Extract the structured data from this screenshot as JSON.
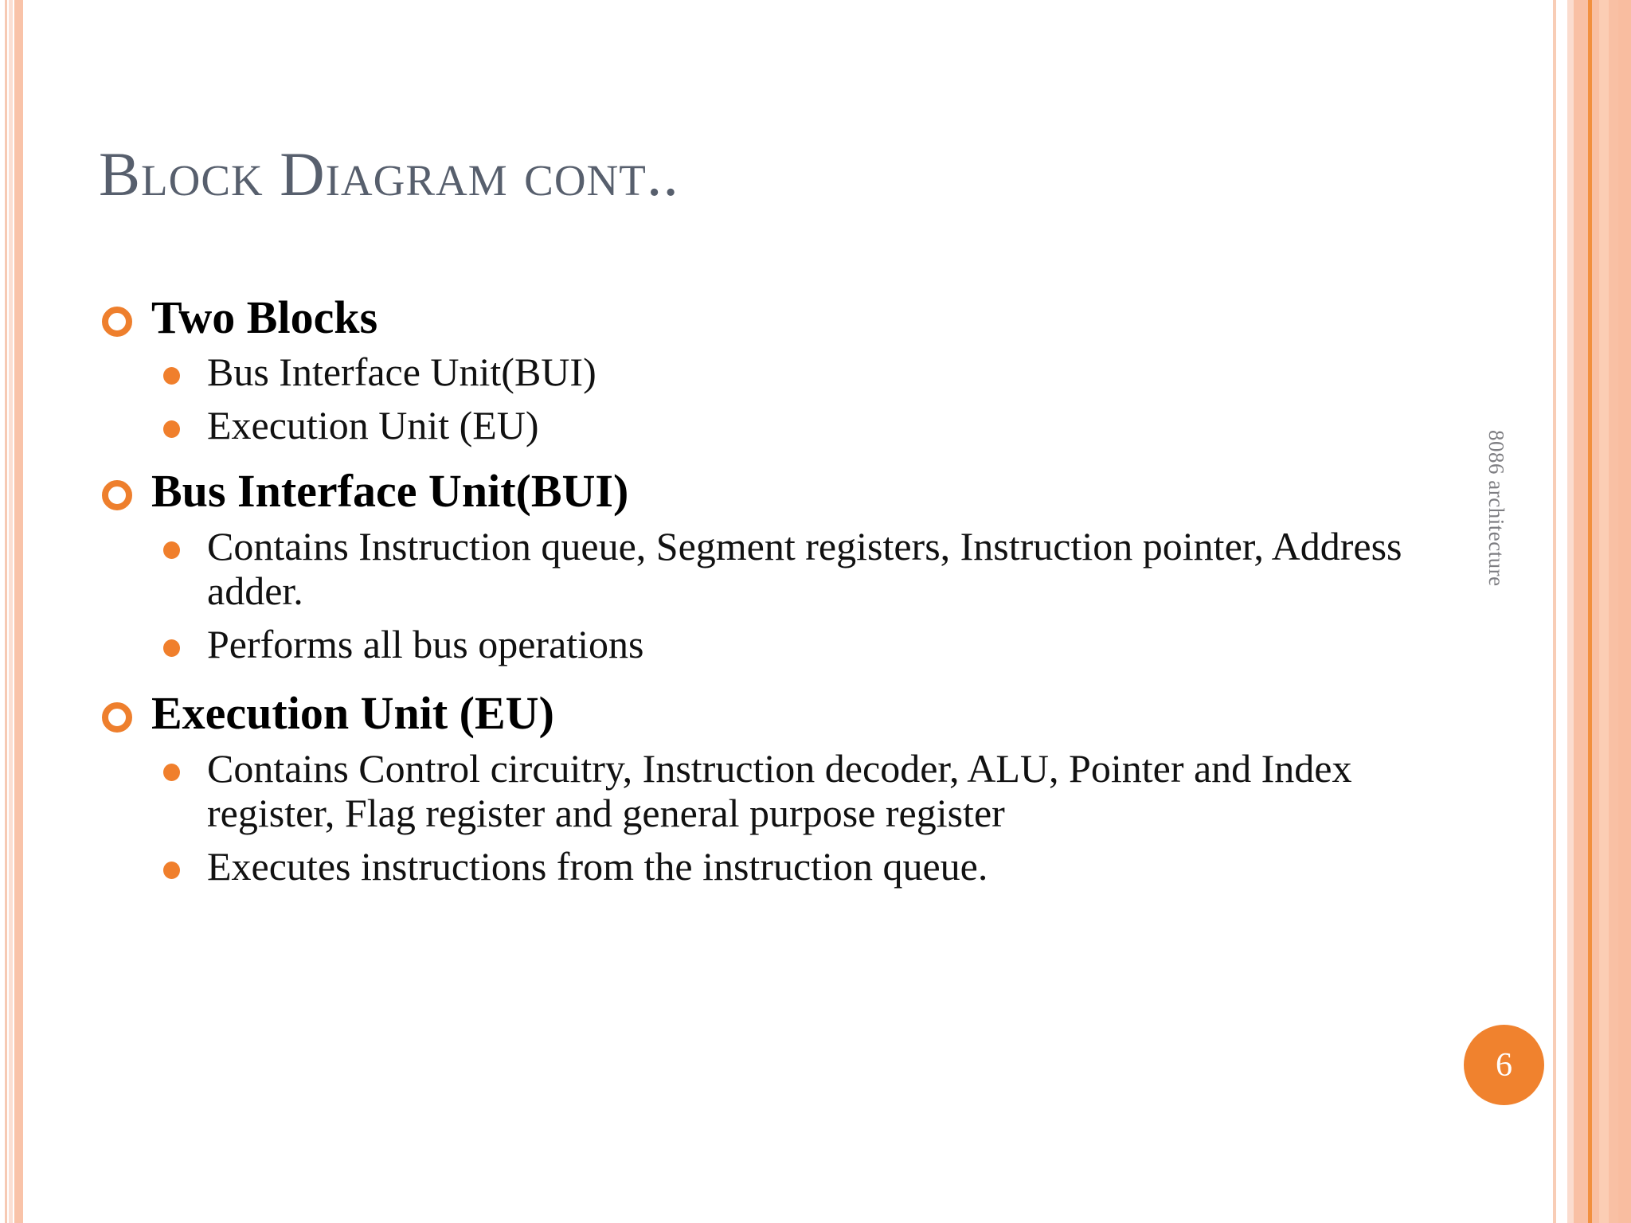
{
  "slide": {
    "title": "Block Diagram cont..",
    "page_number": "6",
    "side_caption": "8086 architecture",
    "colors": {
      "accent_orange": "#f0822e",
      "title_gray": "#575f6d",
      "stripe_peach": "#f9c0a4",
      "stripe_light_peach": "#fbdcce",
      "body_text": "#111111"
    }
  },
  "content": {
    "items": [
      {
        "level": 1,
        "text": "Two Blocks"
      },
      {
        "level": 2,
        "text": "Bus Interface Unit(BUI)"
      },
      {
        "level": 2,
        "text": "Execution Unit (EU)"
      },
      {
        "level": 1,
        "text": "Bus Interface Unit(BUI)"
      },
      {
        "level": 2,
        "text": "Contains Instruction queue, Segment registers, Instruction pointer, Address adder."
      },
      {
        "level": 2,
        "text": "Performs all bus operations"
      },
      {
        "level": 1,
        "text": "Execution Unit (EU)"
      },
      {
        "level": 2,
        "text": "Contains Control circuitry, Instruction decoder, ALU, Pointer and Index register, Flag register and general purpose register"
      },
      {
        "level": 2,
        "text": "Executes instructions from the instruction queue."
      }
    ]
  }
}
